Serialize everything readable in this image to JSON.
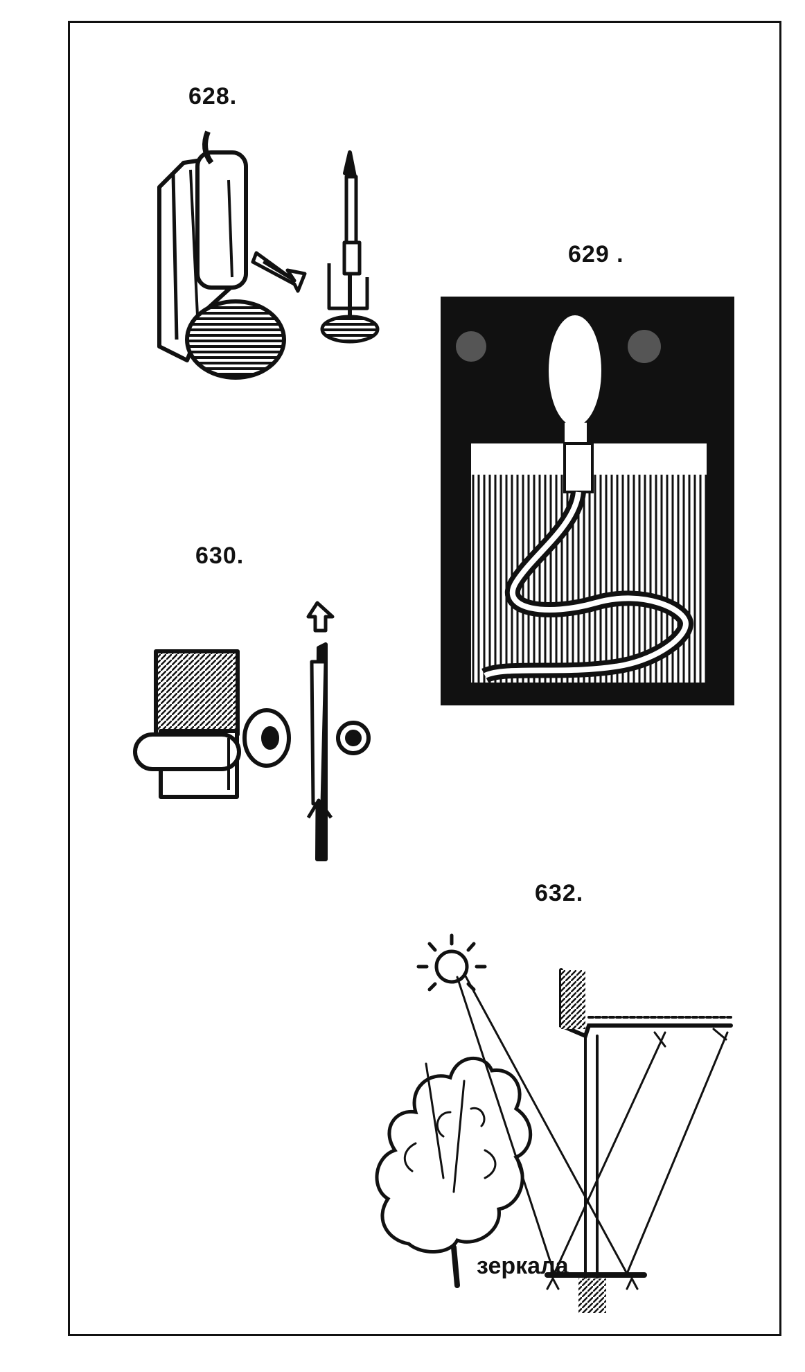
{
  "figures": [
    {
      "id": "fig-628",
      "label": "628."
    },
    {
      "id": "fig-629",
      "label": "629 ."
    },
    {
      "id": "fig-630",
      "label": "630."
    },
    {
      "id": "fig-632",
      "label": "632.",
      "caption": "зеркала"
    }
  ],
  "colors": {
    "ink": "#111111",
    "paper": "#ffffff"
  }
}
